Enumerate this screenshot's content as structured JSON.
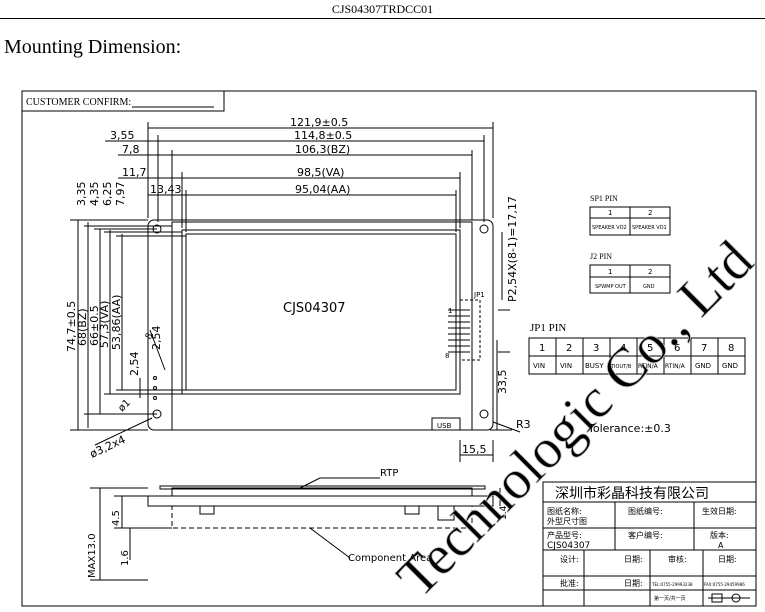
{
  "header": {
    "doc_code": "CJS04307TRDCC01"
  },
  "section_title": "Mounting Dimension:",
  "customer_confirm": "CUSTOMER CONFIRM:",
  "top_dims": [
    "121,9±0.5",
    "114,8±0.5",
    "106,3(BZ)",
    "98,5(VA)",
    "95,04(AA)"
  ],
  "left_offsets": [
    "3,55",
    "7,8",
    "11,7",
    "13,43"
  ],
  "vertical_offsets": [
    "3,35",
    "4,35",
    "6,25",
    "7,97"
  ],
  "height_dims": [
    "74,7±0.5",
    "68(BZ)",
    "66±0.5",
    "57,3(VA)",
    "53,86(AA)"
  ],
  "small_dims": [
    "2,54",
    "2,54",
    "8",
    "ø1"
  ],
  "hole_dim": "ø3,2x4",
  "module_label": "CJS04307",
  "pitch_dim": "P2,54X(8-1)=17,17",
  "right_dim": "33,5",
  "bottom_dim": "15,5",
  "radius": "R3",
  "usb_label": "USB",
  "jp1_small": "JP1",
  "pin_markers": [
    "1",
    "8"
  ],
  "sp1": {
    "title": "SP1 PIN",
    "numbers": [
      "1",
      "2"
    ],
    "labels": [
      "SPEAKER VO2",
      "SPEAKER VO1"
    ]
  },
  "j2": {
    "title": "J2 PIN",
    "numbers": [
      "1",
      "2"
    ],
    "labels": [
      "SPWMP OUT",
      "GND"
    ]
  },
  "jp1": {
    "title": "JP1 PIN",
    "numbers": [
      "1",
      "2",
      "3",
      "4",
      "5",
      "6",
      "7",
      "8"
    ],
    "labels": [
      "VIN",
      "VIN",
      "BUSY",
      "TIOUT/B",
      "RTIN/A",
      "RTIN/A",
      "GND",
      "GND"
    ]
  },
  "tolerance": "Tolerance:±0.3",
  "side_view": {
    "rtp": "RTP",
    "component_area": "Component Area",
    "dims": [
      "MAX13.0",
      "4.5",
      "1.6",
      "1.4"
    ]
  },
  "title_block": {
    "company": "深圳市彩晶科技有限公司",
    "r1": [
      "图纸名称:",
      "图纸编号:",
      "生效日期:"
    ],
    "r1_sub": "外型尺寸图",
    "r2": [
      "产品型号:",
      "客户编号:",
      "版本:"
    ],
    "model": "CJS04307",
    "version": "A",
    "r3": [
      "设计:",
      "日期:",
      "审核:",
      "日期:"
    ],
    "r4": [
      "批准:",
      "日期:",
      "TEL:0755-29993238",
      "FAX:0755-29459986"
    ],
    "page": "第一页/共一页"
  },
  "watermark": "Technologic Co., Ltd"
}
